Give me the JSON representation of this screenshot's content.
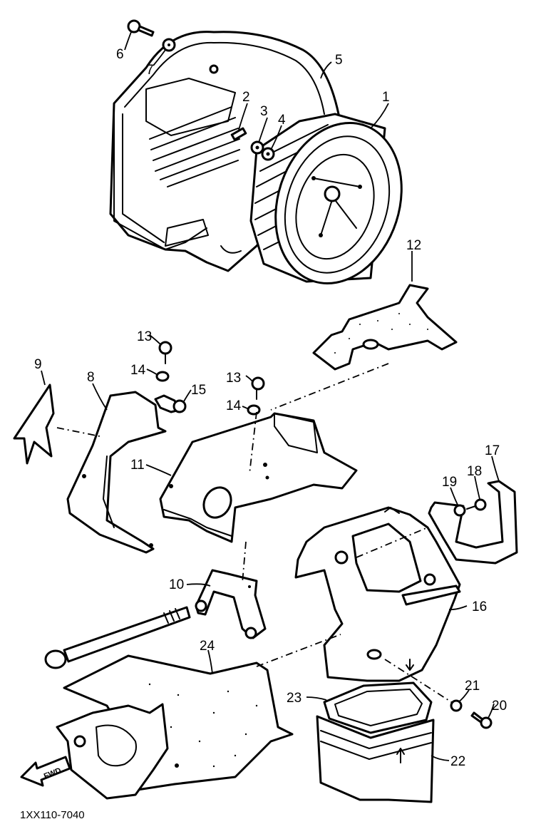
{
  "diagram": {
    "drawing_code": "1XX110-7040",
    "direction_label": "FWD",
    "callouts": [
      "1",
      "2",
      "3",
      "4",
      "5",
      "6",
      "7",
      "8",
      "9",
      "10",
      "11",
      "12",
      "13",
      "13",
      "14",
      "14",
      "15",
      "16",
      "17",
      "18",
      "19",
      "20",
      "21",
      "22",
      "23",
      "24"
    ]
  }
}
